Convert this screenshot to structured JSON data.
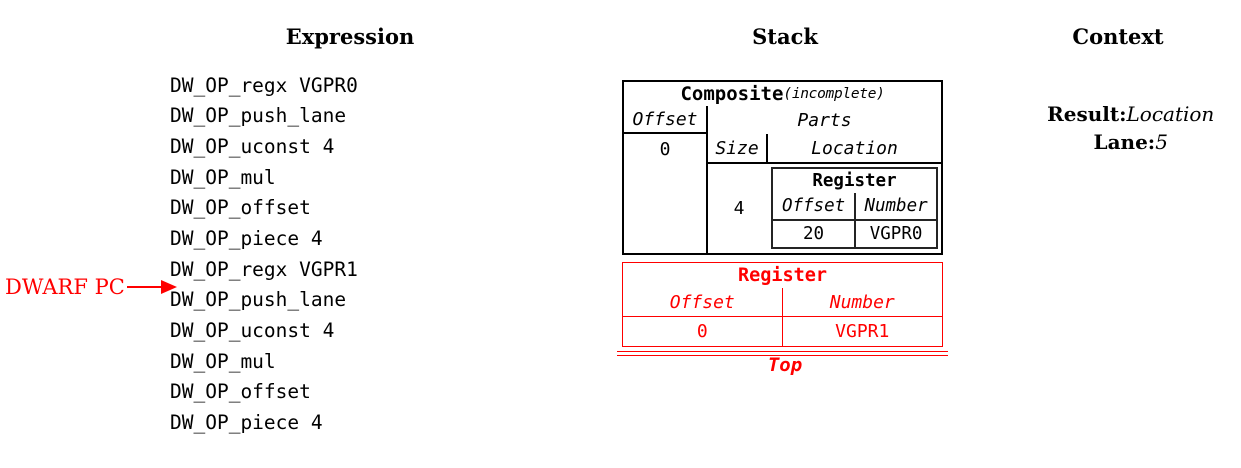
{
  "headers": {
    "expression": "Expression",
    "stack": "Stack",
    "context": "Context"
  },
  "expression": {
    "items": [
      "DW_OP_regx VGPR0",
      "DW_OP_push_lane",
      "DW_OP_uconst 4",
      "DW_OP_mul",
      "DW_OP_offset",
      "DW_OP_piece 4",
      "DW_OP_regx VGPR1",
      "DW_OP_push_lane",
      "DW_OP_uconst 4",
      "DW_OP_mul",
      "DW_OP_offset",
      "DW_OP_piece 4"
    ],
    "pc_label": "DWARF PC"
  },
  "stack": {
    "composite": {
      "title": "Composite",
      "title_suffix": "(incomplete)",
      "offset_header": "Offset",
      "offset_value": "0",
      "parts_header": "Parts",
      "size_header": "Size",
      "location_header": "Location",
      "size_value": "4",
      "register": {
        "title": "Register",
        "offset_header": "Offset",
        "number_header": "Number",
        "offset_value": "20",
        "number_value": "VGPR0"
      }
    },
    "top_entry": {
      "title": "Register",
      "offset_header": "Offset",
      "number_header": "Number",
      "offset_value": "0",
      "number_value": "VGPR1"
    },
    "top_label": "Top"
  },
  "context": {
    "result_label": "Result:",
    "result_value": "Location",
    "lane_label": "Lane:",
    "lane_value": "5"
  },
  "colors": {
    "accent_red": "#ff0000",
    "text": "#000000"
  }
}
